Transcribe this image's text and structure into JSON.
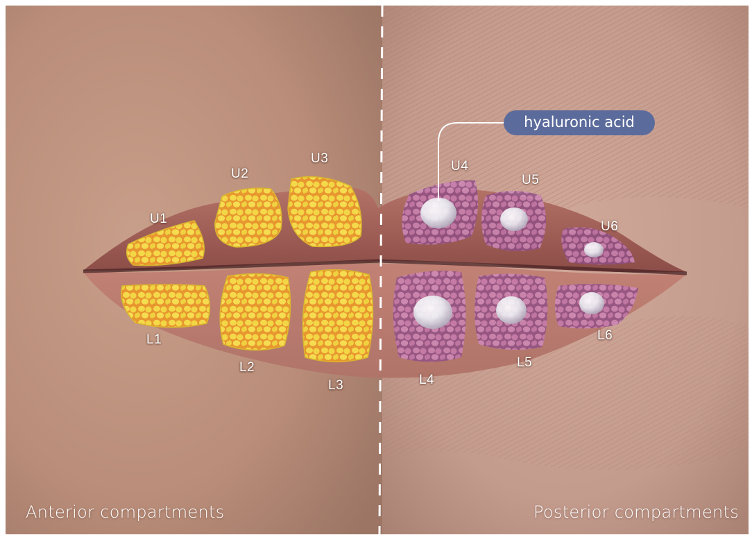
{
  "callout": {
    "text": "hyaluronic acid"
  },
  "captions": {
    "left": "Anterior compartments",
    "right": "Posterior compartments"
  },
  "compartments": {
    "upper": [
      "U1",
      "U2",
      "U3",
      "U4",
      "U5",
      "U6"
    ],
    "lower": [
      "L1",
      "L2",
      "L3",
      "L4",
      "L5",
      "L6"
    ]
  },
  "colors": {
    "fat": "#f2d84a",
    "fat_network": "#e58a3a",
    "posterior_tissue": "#c97ab3",
    "droplet": "#f4f6f8",
    "callout_pill": "#5b6b9c",
    "divider": "#ffffff"
  }
}
